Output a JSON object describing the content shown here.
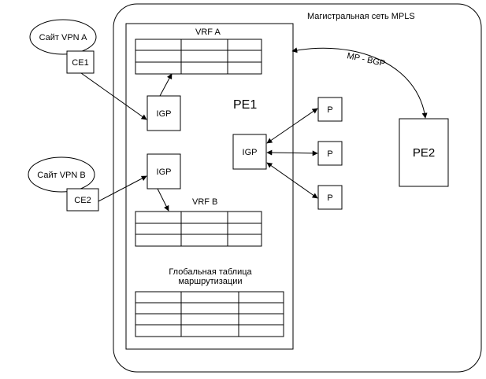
{
  "mpls_backbone": {
    "label": "Магистральная сеть MPLS"
  },
  "sites": [
    {
      "label": "Сайт VPN A",
      "ce": "CE1"
    },
    {
      "label": "Сайт VPN B",
      "ce": "CE2"
    }
  ],
  "pe1": {
    "label": "PE1",
    "vrf_a": "VRF A",
    "vrf_b": "VRF B",
    "igp_a": "IGP",
    "igp_b": "IGP",
    "igp_core": "IGP",
    "global_table": [
      "Глобальная таблица",
      "маршрутизации"
    ]
  },
  "p_routers": [
    "P",
    "P",
    "P"
  ],
  "pe2": {
    "label": "PE2"
  },
  "mp_bgp_label": "MP - BGP"
}
